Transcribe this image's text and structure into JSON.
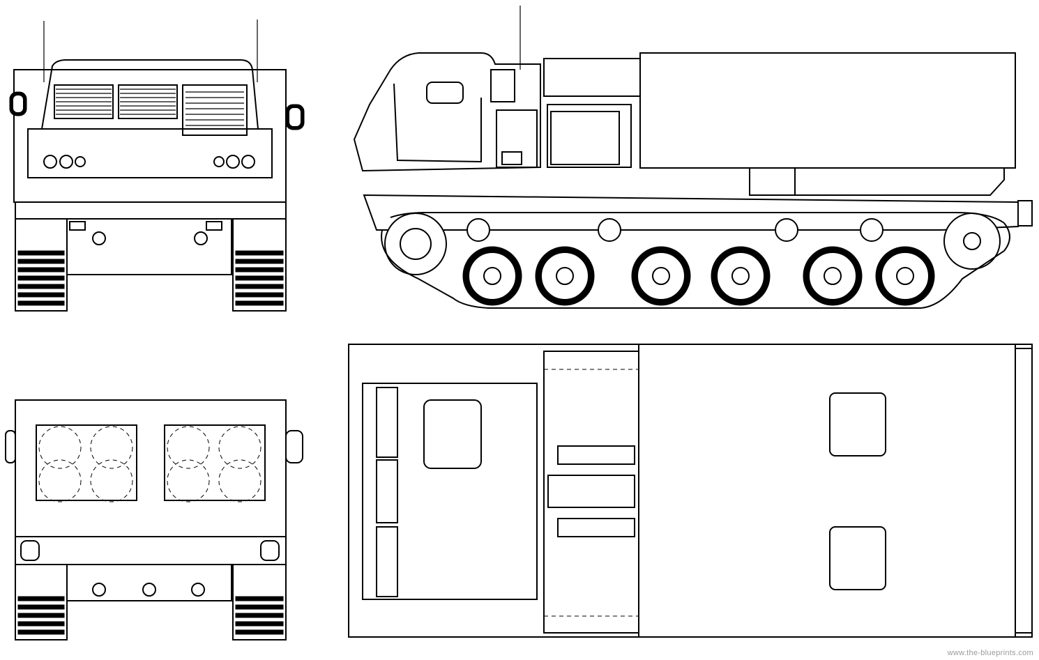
{
  "watermark": "www.the-blueprints.com",
  "views": {
    "front": "front-view",
    "side": "side-view",
    "rear": "rear-view",
    "top": "top-view"
  },
  "colors": {
    "line": "#000000",
    "background": "#ffffff",
    "watermark": "#9a9a9a"
  }
}
